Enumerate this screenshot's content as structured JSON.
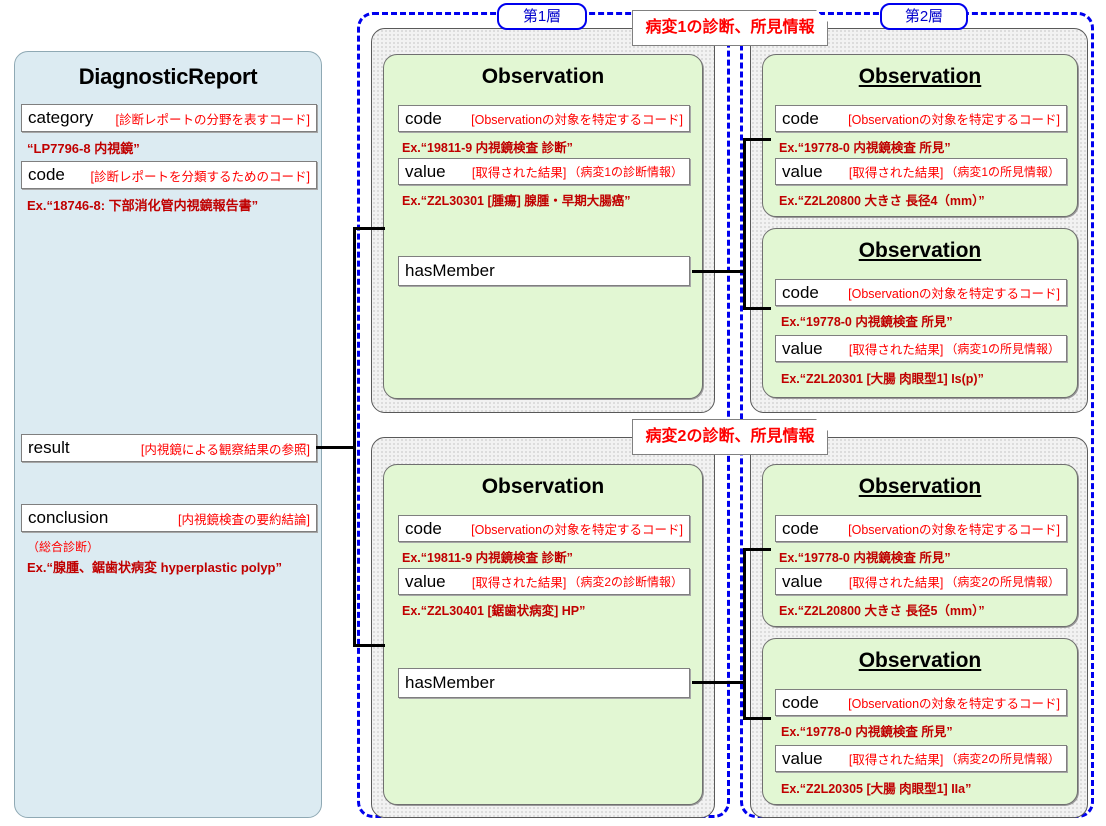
{
  "layers": {
    "layer1_tag": "第1層",
    "layer2_tag": "第2層"
  },
  "banners": {
    "lesion1": "病変1の診断、所見情報",
    "lesion2": "病変2の診断、所見情報"
  },
  "report": {
    "title": "DiagnosticReport",
    "fields": [
      {
        "name": "category",
        "note": "[診断レポートの分野を表すコード]",
        "example": "“LP7796-8  内視鏡”"
      },
      {
        "name": "code",
        "note": "[診断レポートを分類するためのコード]",
        "example": "Ex.“18746-8: 下部消化管内視鏡報告書”"
      },
      {
        "name": "result",
        "note": "[内視鏡による観察結果の参照]",
        "example": ""
      },
      {
        "name": "conclusion",
        "note": "[内視鏡検査の要約結論]",
        "example_prefix": "（総合診断）",
        "example": "Ex.“腺腫、鋸歯状病変 hyperplastic polyp”"
      }
    ]
  },
  "observations": {
    "diag1": {
      "title": "Observation",
      "code": {
        "name": "code",
        "note": "[Observationの対象を特定するコード]",
        "example": "Ex.“19811-9  内視鏡検査 診断”"
      },
      "value": {
        "name": "value",
        "note": "[取得された結果]",
        "note2": "（病変1の診断情報）",
        "example": "Ex.“Z2L30301  [腫瘍] 腺腫・早期大腸癌”"
      },
      "hasMember": "hasMember"
    },
    "diag2": {
      "title": "Observation",
      "code": {
        "name": "code",
        "note": "[Observationの対象を特定するコード]",
        "example": "Ex.“19811-9  内視鏡検査 診断”"
      },
      "value": {
        "name": "value",
        "note": "[取得された結果]",
        "note2": "（病変2の診断情報）",
        "example": "Ex.“Z2L30401  [鋸歯状病変] HP”"
      },
      "hasMember": "hasMember"
    },
    "find1a": {
      "title": "Observation",
      "code": {
        "name": "code",
        "note": "[Observationの対象を特定するコード]",
        "example": "Ex.“19778-0  内視鏡検査 所見”"
      },
      "value": {
        "name": "value",
        "note": "[取得された結果]",
        "note2": "（病変1の所見情報）",
        "example": "Ex.“Z2L20800  大きさ  長径4（mm）”"
      }
    },
    "find1b": {
      "title": "Observation",
      "code": {
        "name": "code",
        "note": "[Observationの対象を特定するコード]",
        "example": "Ex.“19778-0  内視鏡検査 所見”"
      },
      "value": {
        "name": "value",
        "note": "[取得された結果]",
        "note2": "（病変1の所見情報）",
        "example": "Ex.“Z2L20301  [大腸 肉眼型1] Is(p)”"
      }
    },
    "find2a": {
      "title": "Observation",
      "code": {
        "name": "code",
        "note": "[Observationの対象を特定するコード]",
        "example": "Ex.“19778-0  内視鏡検査 所見”"
      },
      "value": {
        "name": "value",
        "note": "[取得された結果]",
        "note2": "（病変2の所見情報）",
        "example": "Ex.“Z2L20800  大きさ 長径5（mm）”"
      }
    },
    "find2b": {
      "title": "Observation",
      "code": {
        "name": "code",
        "note": "[Observationの対象を特定するコード]",
        "example": "Ex.“19778-0  内視鏡検査 所見”"
      },
      "value": {
        "name": "value",
        "note": "[取得された結果]",
        "note2": "（病変2の所見情報）",
        "example": "Ex.“Z2L20305  [大腸 肉眼型1] IIa”"
      }
    }
  },
  "colors": {
    "report_bg": "#dcebf2",
    "observation_bg": "#e2f7d3",
    "layer_border": "#0000ee",
    "accent_red": "#ff0000",
    "example_red": "#c00000",
    "group_bg": "#f2f2f2"
  }
}
